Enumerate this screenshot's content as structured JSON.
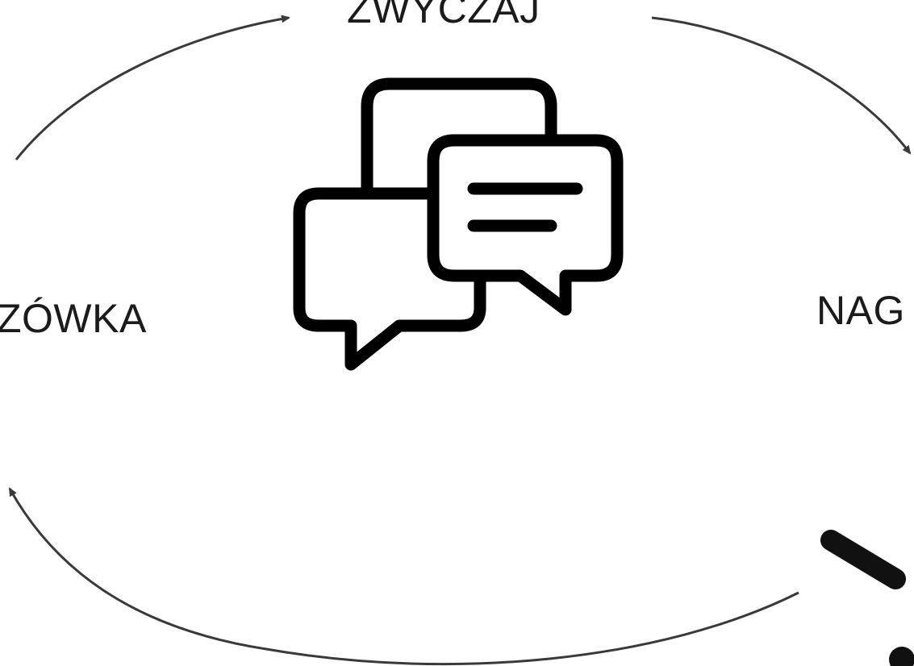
{
  "diagram": {
    "labels": {
      "top": "ZWYCZAJ",
      "left": "ZÓWKA",
      "right": "NAG"
    },
    "icons": {
      "center": "chat-bubbles-icon",
      "corner": "clock-icon"
    },
    "colors": {
      "arrow": "#3a3a3a",
      "text": "#1b1b1b",
      "icon": "#000000"
    }
  }
}
